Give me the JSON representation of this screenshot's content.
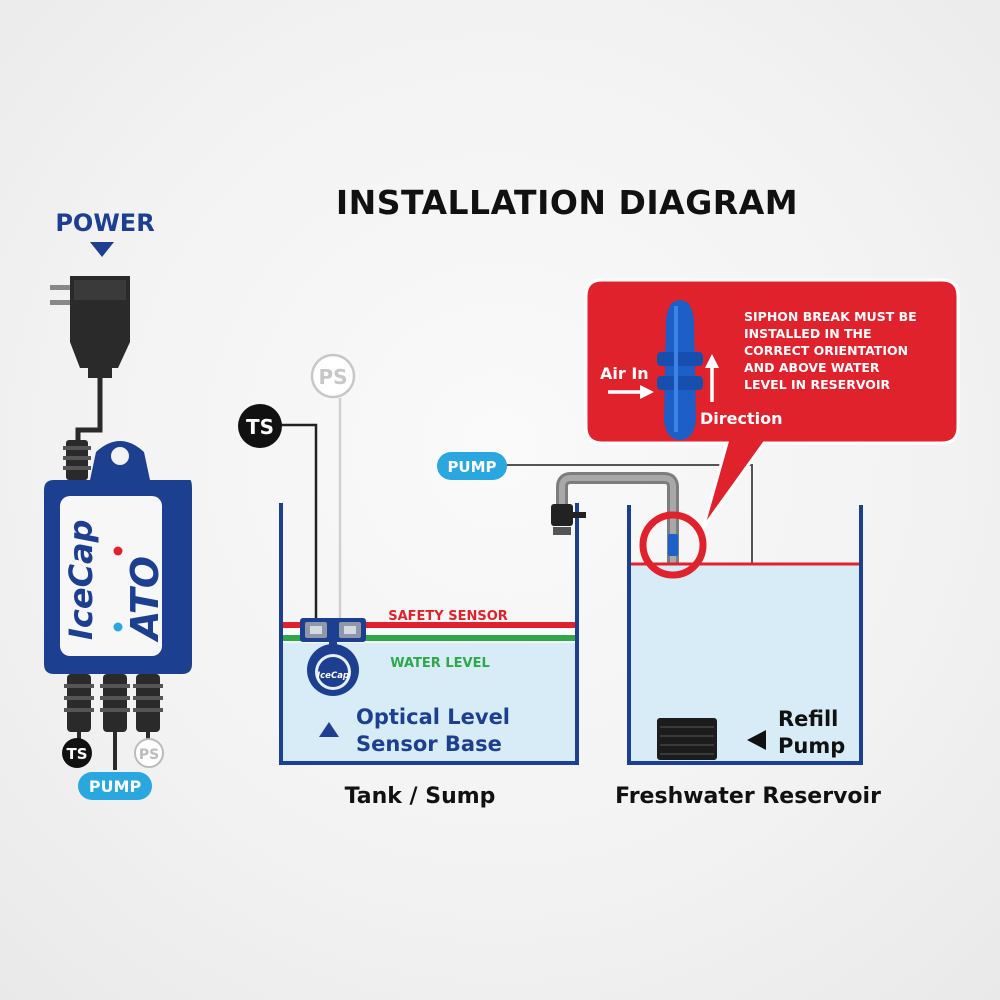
{
  "title": "INSTALLATION DIAGRAM",
  "controller": {
    "power_label": "POWER",
    "brand": "IceCap",
    "model": "ATO",
    "ts_label": "TS",
    "ps_label": "PS",
    "pump_label": "PUMP"
  },
  "tank": {
    "ts_label": "TS",
    "ps_label": "PS",
    "safety_sensor_label": "SAFETY SENSOR",
    "water_level_label": "WATER LEVEL",
    "sensor_brand": "IceCap",
    "sensor_base_line1": "Optical Level",
    "sensor_base_line2": "Sensor Base",
    "caption": "Tank / Sump"
  },
  "pump_tag": "PUMP",
  "reservoir": {
    "refill_pump_line1": "Refill",
    "refill_pump_line2": "Pump",
    "caption": "Freshwater Reservoir"
  },
  "callout": {
    "air_in_label": "Air In",
    "direction_label": "Direction",
    "note_lines": [
      "SIPHON BREAK MUST BE",
      "INSTALLED IN THE",
      "CORRECT ORIENTATION",
      "AND ABOVE WATER",
      "LEVEL IN RESERVOIR"
    ]
  },
  "colors": {
    "navy": "#1d3f8f",
    "red": "#e0222c",
    "green": "#2ea84a",
    "cyan": "#2aa7df",
    "water": "#d7ecf6"
  }
}
